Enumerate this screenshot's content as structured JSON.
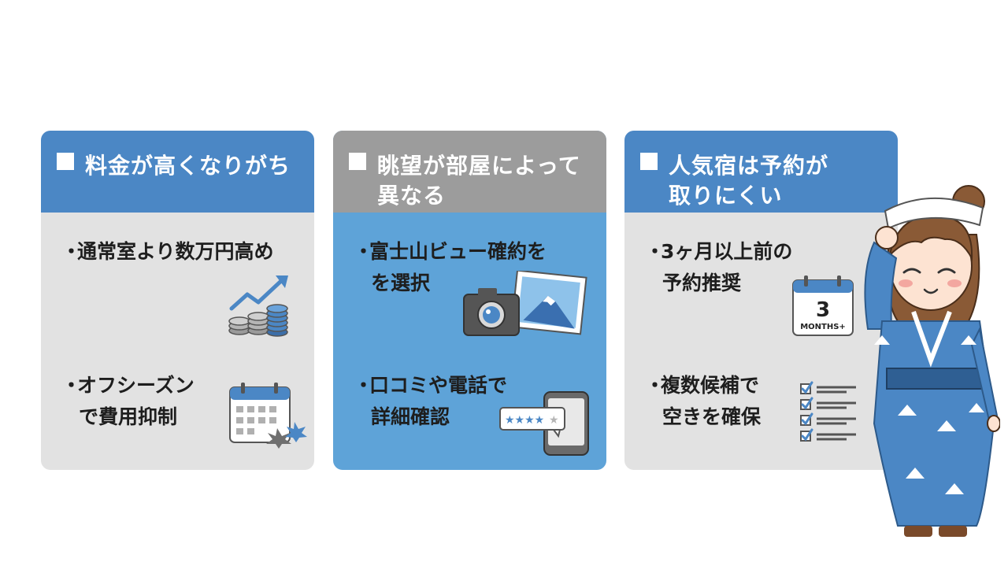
{
  "cards": [
    {
      "title_line1": "料金が高くなりがち",
      "title_line2": "",
      "items": [
        {
          "line1": "通常室より数万円高め",
          "line2": ""
        },
        {
          "line1": "オフシーズン",
          "line2": "で費用抑制"
        }
      ],
      "icons": [
        "rising-coins-chart-icon",
        "calendar-maple-leaves-icon"
      ]
    },
    {
      "title_line1": "眺望が部屋によって",
      "title_line2": "異なる",
      "items": [
        {
          "line1": "富士山ビュー確約を",
          "line2": "を選択"
        },
        {
          "line1": "口コミや電話で",
          "line2": "詳細確認"
        }
      ],
      "icons": [
        "camera-mount-fuji-photo-icon",
        "smartphone-star-rating-icon"
      ]
    },
    {
      "title_line1": "人気宿は予約が",
      "title_line2": "取りにくい",
      "items": [
        {
          "line1": "3ヶ月以上前の",
          "line2": "予約推奨"
        },
        {
          "line1": "複数候補で",
          "line2": "空きを確保"
        }
      ],
      "icons": [
        "calendar-3-months-icon",
        "checklist-icon"
      ],
      "calendar_number": "3",
      "calendar_caption": "MONTHS+"
    }
  ],
  "bullet": "・",
  "colors": {
    "blue_header": "#4b87c5",
    "gray_header": "#9c9c9c",
    "card_gray": "#e2e2e2",
    "card_blue": "#5ea3d8"
  }
}
